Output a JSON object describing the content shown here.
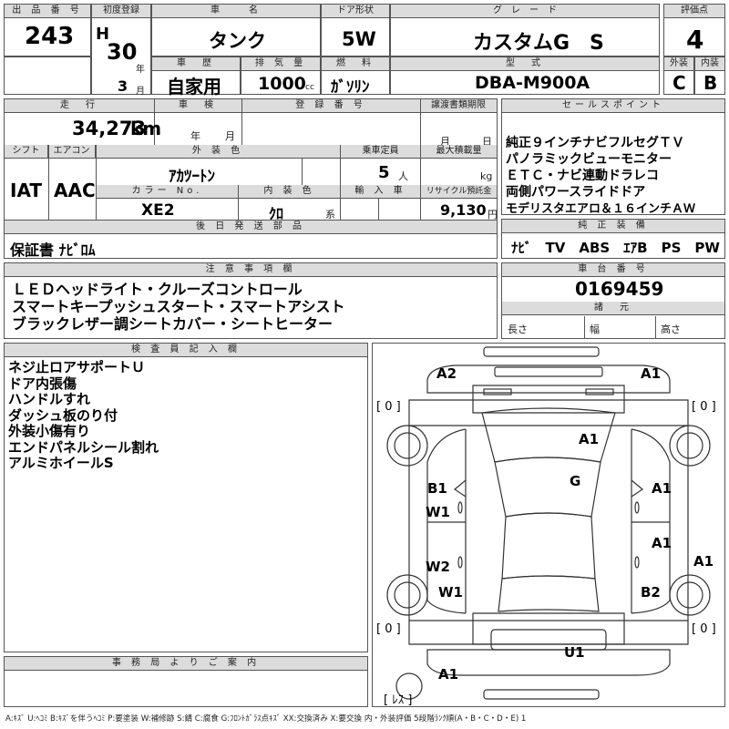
{
  "header": {
    "lot_label": "出 品 番 号",
    "lot_no": "243",
    "first_reg_label": "初度登録",
    "era_mark": "H",
    "reg_year": "30",
    "year_unit": "年",
    "reg_month": "3",
    "month_unit": "月",
    "car_name_label": "車　　名",
    "car_name": "タンク",
    "door_label": "ドア形状",
    "door_type": "5W",
    "grade_label": "グ　レ　ー　ド",
    "grade": "カスタムG　S",
    "score_label": "評価点",
    "score": "4",
    "history_label": "車　歴",
    "history": "自家用",
    "displacement_label": "排 気 量",
    "displacement": "1000",
    "displacement_unit": "cc",
    "fuel_label": "燃　料",
    "fuel": "ｶﾞｿﾘﾝ",
    "model_label": "型　式",
    "model_code": "DBA-M900A",
    "exterior_label": "外装",
    "exterior_grade": "C",
    "interior_label": "内装",
    "interior_grade": "B"
  },
  "details": {
    "mileage_label": "走　行",
    "mileage": "34,273",
    "mileage_unit": "km",
    "inspection_label": "車　検",
    "inspection_year_unit": "年",
    "inspection_month_unit": "月",
    "plate_label": "登 録 番 号",
    "transfer_label": "譲渡書類期限",
    "transfer_month_unit": "月",
    "transfer_day_unit": "日",
    "shift_label": "シフト",
    "shift": "IAT",
    "ac_label": "エアコン",
    "ac": "AAC",
    "color_label": "外 装 色",
    "color": "ｱｶﾂｰﾄﾝ",
    "capacity_label": "乗車定員",
    "capacity": "5",
    "capacity_unit": "人",
    "load_label": "最大積載量",
    "load_unit": "kg",
    "color_no_label": "カラー No.",
    "color_no": "XE2",
    "interior_color_label": "内 装 色",
    "interior_color": "ｸﾛ",
    "interior_color_unit": "系",
    "import_label": "輸 入 車",
    "recycle_label": "リサイクル預託金",
    "recycle": "9,130",
    "recycle_unit": "円",
    "later_parts_label": "後 日 発 送 部 品",
    "later_parts": "保証書 ﾅﾋﾞﾛﾑ"
  },
  "sales_points": {
    "label": "セールスポイント",
    "lines": [
      "純正９インチナビフルセグＴＶ",
      "パノラミックビューモニター",
      "ＥＴＣ・ナビ連動ドラレコ",
      "両側パワースライドドア",
      "モデリスタエアロ＆１６インチＡＷ"
    ],
    "equipment_label": "純 正 装 備",
    "equipment": "ﾅﾋﾞ　TV　ABS　ｴｱB　PS　PW"
  },
  "notes": {
    "label": "注 意 事 項 欄",
    "lines": [
      "ＬＥＤヘッドライト・クルーズコントロール",
      "スマートキープッシュスタート・スマートアシスト",
      "ブラックレザー調シートカバー・シートヒーター"
    ]
  },
  "chassis": {
    "label": "車 台 番 号",
    "number": "0169459",
    "spec_label": "諸　元",
    "length_label": "長さ",
    "width_label": "幅",
    "height_label": "高さ"
  },
  "inspector": {
    "label": "検 査 員 記 入 欄",
    "lines": [
      "ネジ止ロアサポートＵ",
      "ドア内張傷",
      "ハンドルすれ",
      "ダッシュ板のり付",
      "外装小傷有り",
      "エンドパネルシール割れ",
      "アルミホイールS"
    ]
  },
  "office": {
    "label": "事 務 局 よ り ご 案 内"
  },
  "diagram": {
    "marks": {
      "a2_front_left": "A2",
      "a1_front_right": "A1",
      "a1_hood": "A1",
      "g_windshield": "G",
      "b1_left_front_door": "B1",
      "w1_left_front_door": "W1",
      "w2_left_rear_door": "W2",
      "w1_left_quarter": "W1",
      "a1_right_front_door": "A1",
      "a1_right_rear_door": "A1",
      "a1_right_fender": "A1",
      "b2_right_quarter": "B2",
      "u1_rear": "U1",
      "a1_rear_bumper": "A1"
    },
    "tire_labels": [
      "[ 0 ]",
      "[ 0 ]",
      "[ 0 ]",
      "[ 0 ]"
    ],
    "spare_label": "[ ﾚｽ ]"
  },
  "legend": "A:ｷｽﾞ U:ﾍｺﾐ B:ｷｽﾞを伴うﾍｺﾐ P:要塗装 W:補修跡 S:錆 C:腐食 G:ﾌﾛﾝﾄｶﾞﾗｽ点ｷｽﾞ XX:交換済み X:要交換 内・外装評価 5段階ﾗﾝｸ順(A・B・C・D・E) 1"
}
